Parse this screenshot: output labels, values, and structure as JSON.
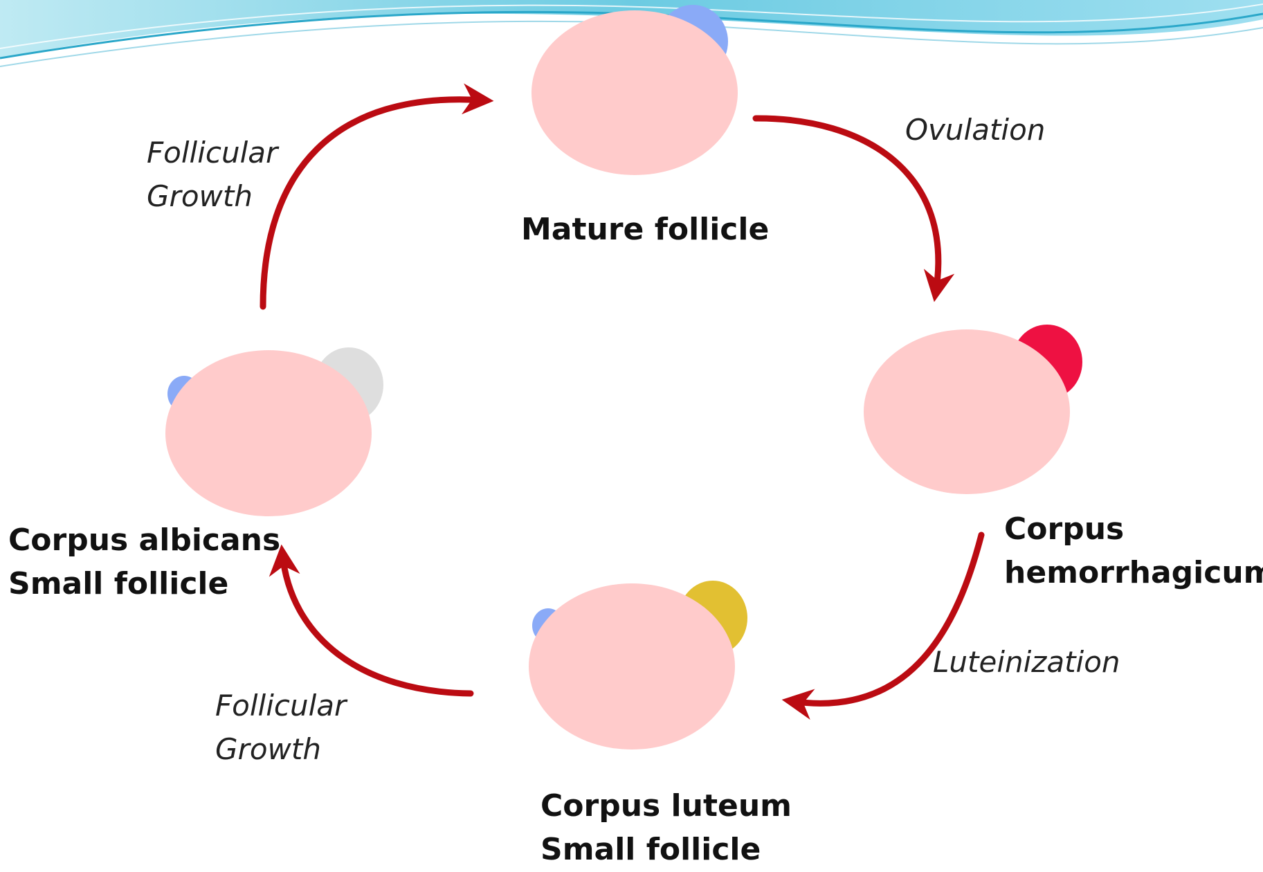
{
  "stages": {
    "mature": {
      "label": "Mature follicle"
    },
    "hemorrhagicum": {
      "label_line1": "Corpus",
      "label_line2": "hemorrhagicum"
    },
    "luteum": {
      "label_line1": "Corpus luteum",
      "label_line2": "Small follicle"
    },
    "albicans": {
      "label_line1": "Corpus albicans",
      "label_line2": "Small follicle"
    }
  },
  "transitions": {
    "ovulation": "Ovulation",
    "luteinization": "Luteinization",
    "growth_left_top": {
      "line1": "Follicular",
      "line2": "Growth"
    },
    "growth_left_bottom": {
      "line1": "Follicular",
      "line2": "Growth"
    }
  },
  "colors": {
    "ovary": "#ffcbcb",
    "follicle": "#8aaaf7",
    "corpus_hemorrhagicum": "#ee1142",
    "corpus_luteum": "#e2c032",
    "corpus_albicans": "#dedede",
    "arrow": "#bb0b12",
    "header_wave": "#7fd5e8"
  }
}
